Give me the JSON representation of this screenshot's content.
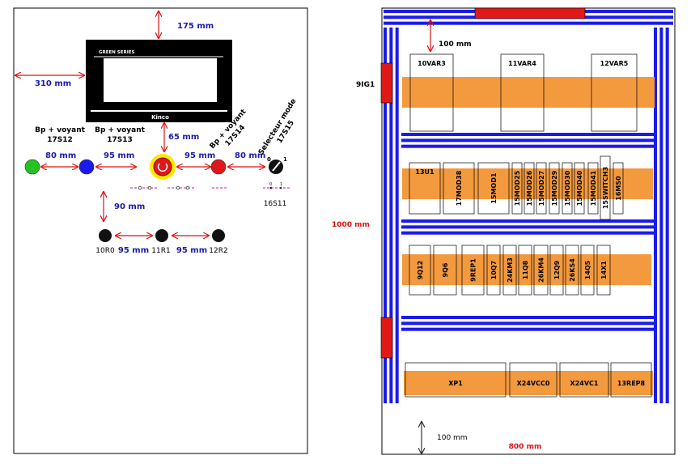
{
  "door": {
    "hmi": {
      "brand_series": "GREEN SERIES",
      "brand_name": "Kinco"
    },
    "dimensions": {
      "top": "175 mm",
      "left": "310 mm",
      "estop_gap": "65 mm",
      "row_gap": "90 mm",
      "bp_gap1": "80 mm",
      "bp_gap2": "95 mm",
      "bp_gap3": "95 mm",
      "bp_gap4": "80 mm",
      "led_gap1": "95 mm",
      "led_gap2": "95 mm"
    },
    "buttons": [
      {
        "label_line1": "Bp + voyant",
        "label_line2": "17S12",
        "color": "#22c322"
      },
      {
        "label_line1": "Bp + voyant",
        "label_line2": "17S13",
        "color": "#1a1aee"
      },
      {
        "label_line1": "Bp + voyant",
        "label_line2": "17S14",
        "color": "#e01818"
      }
    ],
    "estop_color": "#e01818",
    "estop_ring_color": "#ffe800",
    "selector": {
      "label_line1": "Selecteur mode",
      "label_line2": "17S15",
      "pos0": "0",
      "pos1": "1",
      "tag": "16S11"
    },
    "leds": [
      {
        "tag": "10R0",
        "color": "#111111"
      },
      {
        "tag": "11R1",
        "color": "#111111"
      },
      {
        "tag": "12R2",
        "color": "#111111"
      }
    ]
  },
  "panel": {
    "width_label": "800 mm",
    "height_label": "1000 mm",
    "top_gap_label": "100 mm",
    "bottom_gap_label": "100 mm",
    "side_tag": "9IG1",
    "colors": {
      "duct": "#1a1aee",
      "rail": "#f39a3f",
      "accent": "#e01818"
    },
    "row1": [
      "10VAR3",
      "11VAR4",
      "12VAR5"
    ],
    "row2": [
      "13U1",
      "17MOD38",
      "15MOD1",
      "15MOD25",
      "15MOD26",
      "15MOD27",
      "15MOD29",
      "15MOD30",
      "15MOD40",
      "15MOD41",
      "15SWITCH3",
      "16MS0"
    ],
    "row3": [
      "9Q12",
      "9Q6",
      "9REP1",
      "10Q7",
      "24KM3",
      "11Q8",
      "26KM4",
      "12Q9",
      "26KS4",
      "14Q5",
      "14X1"
    ],
    "row4": [
      "XP1",
      "X24VCC0",
      "X24VC1",
      "13REP8"
    ]
  }
}
